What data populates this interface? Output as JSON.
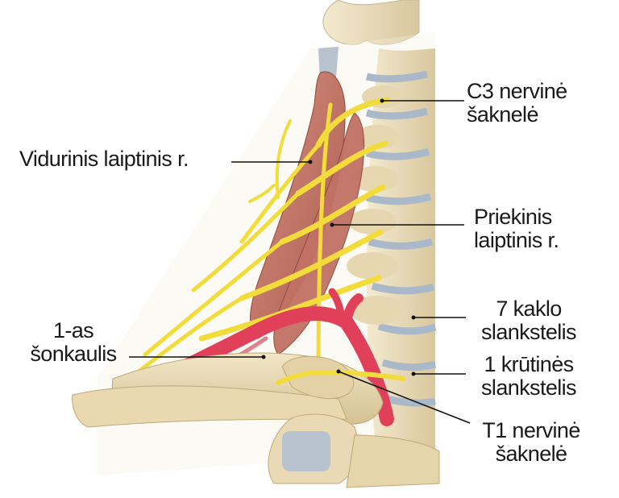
{
  "labels": {
    "c3_root": [
      "C3 nervinė",
      "šaknelė"
    ],
    "middle_scalene": [
      "Vidurinis laiptinis r."
    ],
    "anterior_scalene": [
      "Priekinis",
      "laiptinis r."
    ],
    "c7_vertebra": [
      "7 kaklo",
      "slankstelis"
    ],
    "first_rib": [
      "1-as",
      "šonkaulis"
    ],
    "t1_vertebra": [
      "1 krūtinės",
      "slankstelis"
    ],
    "t1_root": [
      "T1 nervinė",
      "šaknelė"
    ]
  },
  "colors": {
    "bone": "#ece0bf",
    "bone_shadow": "#d6c49a",
    "disc": "#a9b9c9",
    "muscle": "#c77a6b",
    "muscle_dark": "#9e4f43",
    "nerve": "#f2dc3c",
    "artery": "#e0405a",
    "text": "#1a1a1a"
  }
}
